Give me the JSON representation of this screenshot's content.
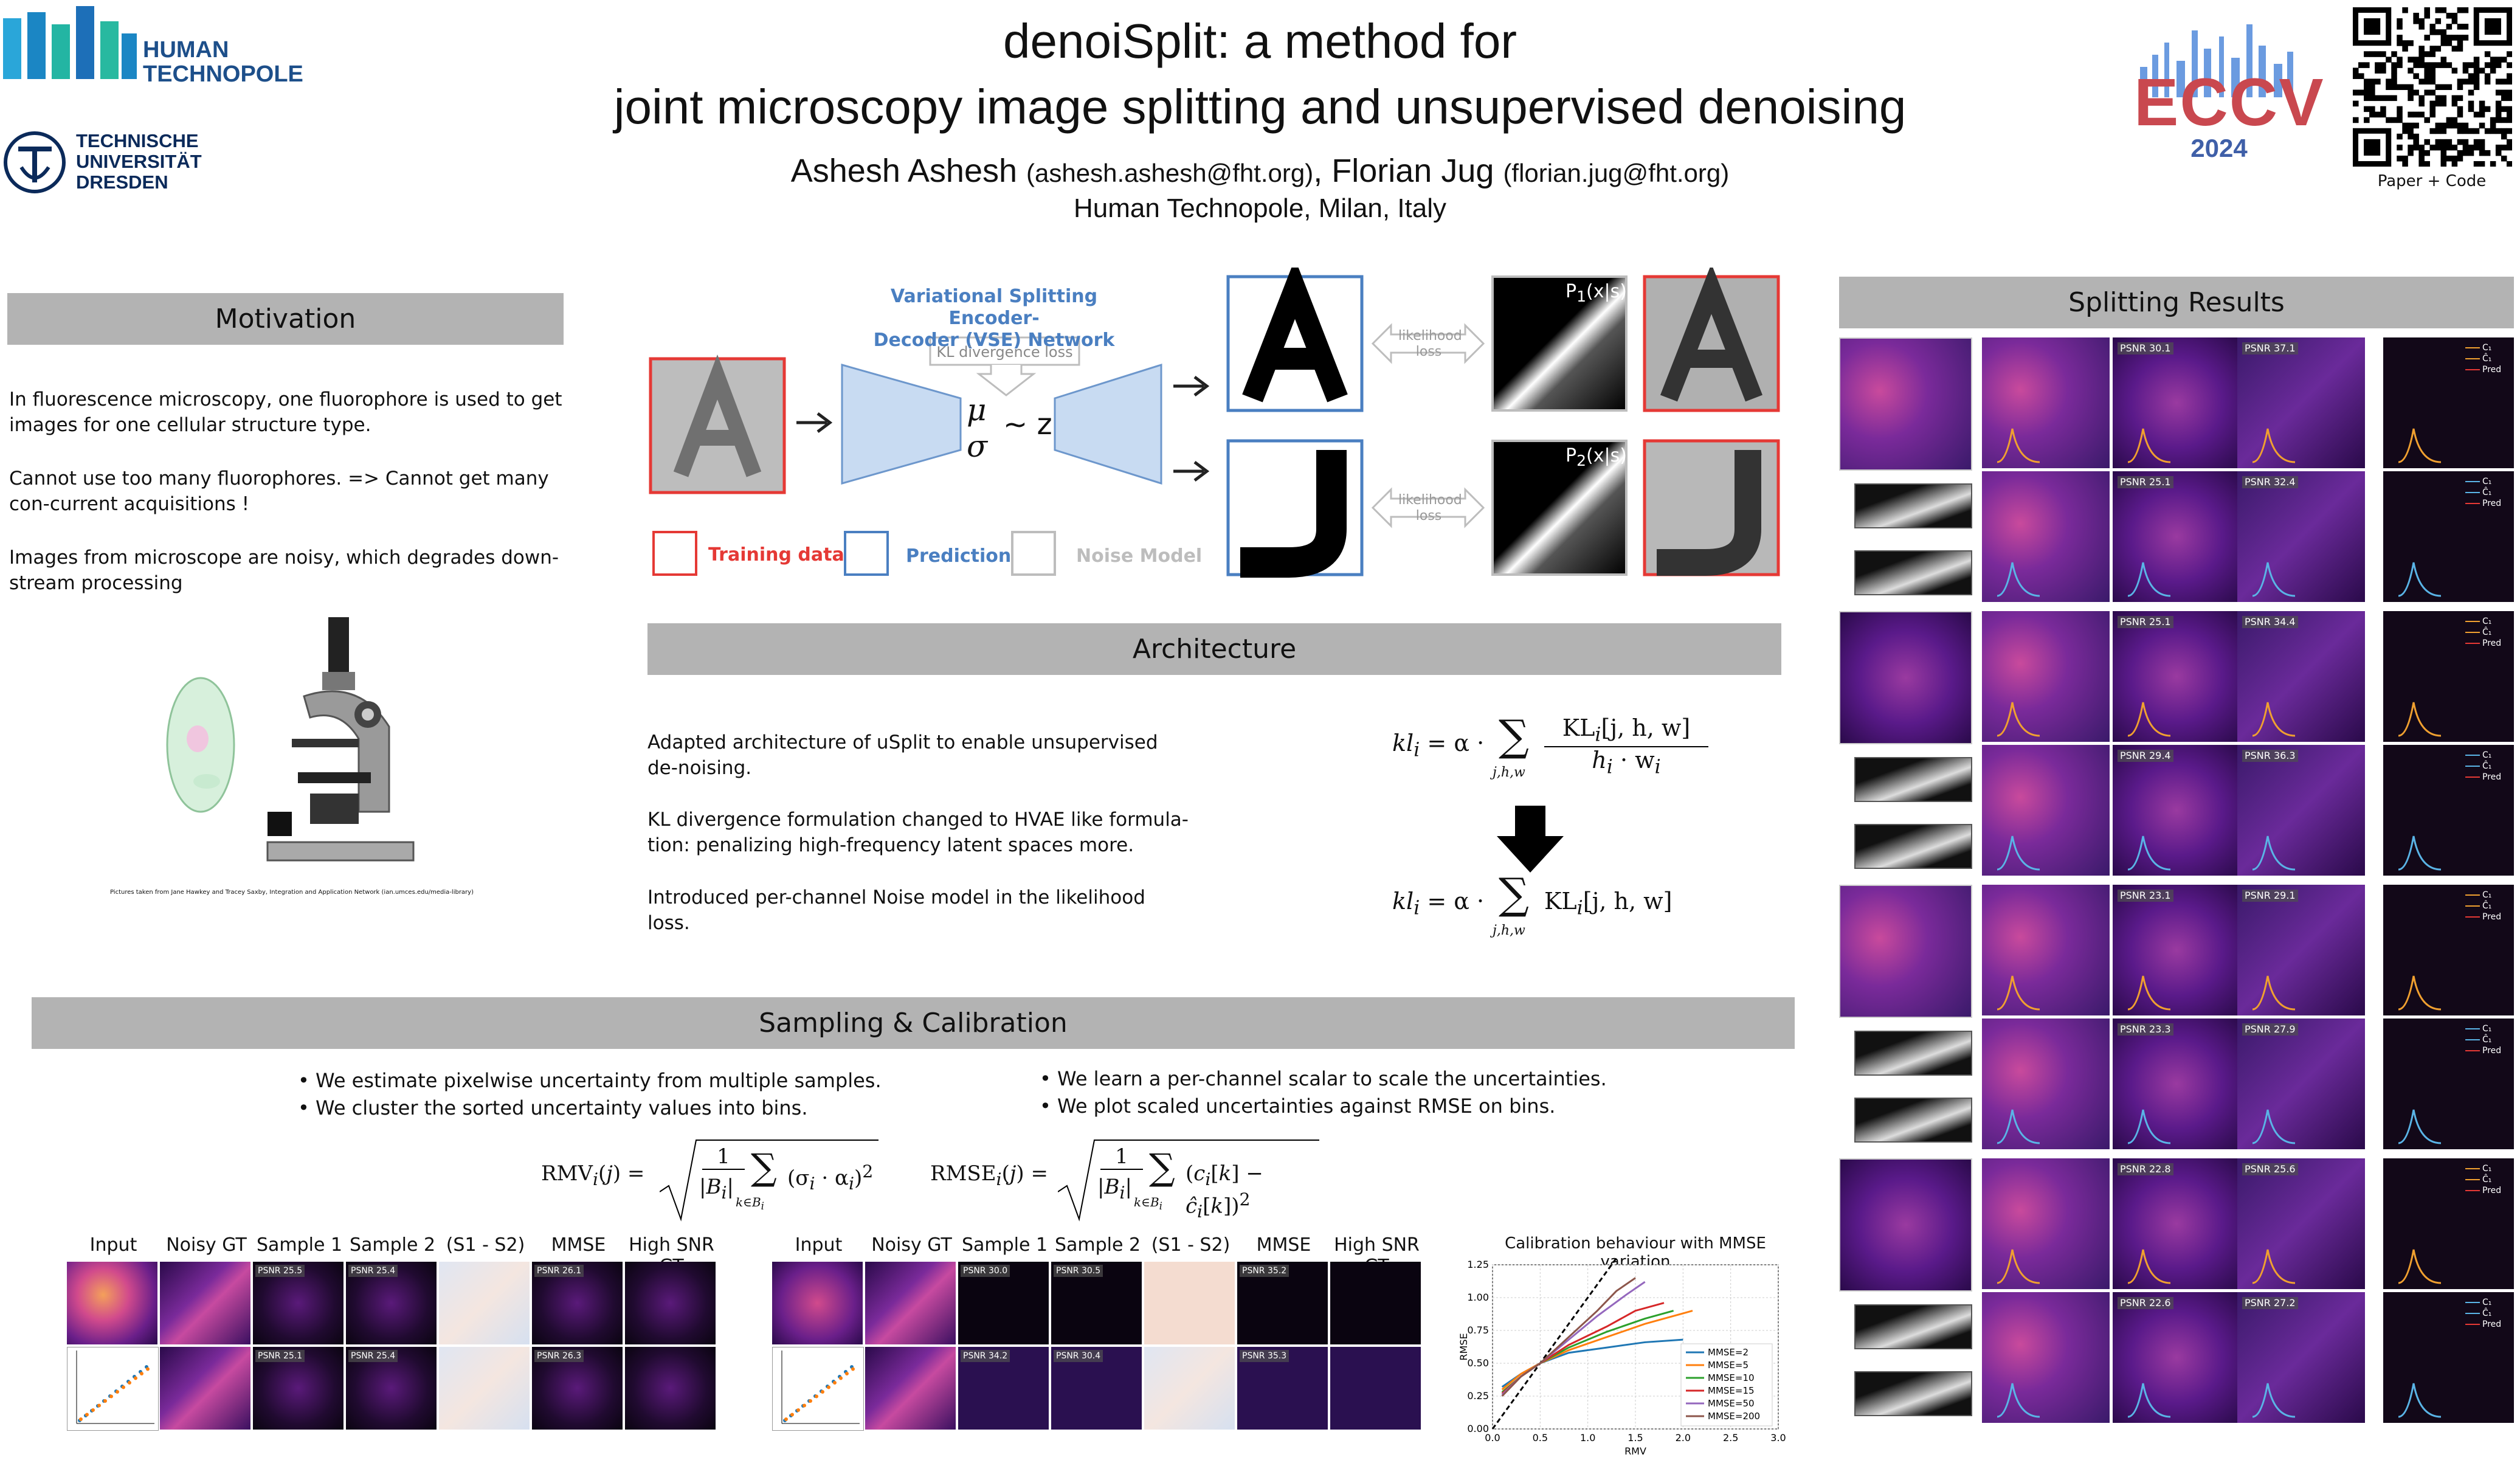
{
  "header": {
    "title_line1": "denoiSplit: a method for",
    "title_line2": "joint microscopy image splitting and unsupervised  denoising",
    "author1": "Ashesh Ashesh",
    "email1": "(ashesh.ashesh@fht.org)",
    "sep": ",",
    "author2": "Florian Jug",
    "email2": "(florian.jug@fht.org)",
    "affiliation": "Human Technopole, Milan, Italy",
    "logo_ht_line1": "HUMAN",
    "logo_ht_line2": "TECHNOPOLE",
    "logo_tu_line1": "TECHNISCHE",
    "logo_tu_line2": "UNIVERSITÄT",
    "logo_tu_line3": "DRESDEN",
    "eccv_text": "ECCV",
    "eccv_year": "2024",
    "qr_caption": "Paper + Code"
  },
  "motivation": {
    "heading": "Motivation",
    "p1": "In fluorescence microscopy, one fluorophore is used to  get images for one cellular structure type.",
    "p2": "Cannot use too many fluorophores. => Cannot get many con-current acquisitions !",
    "p3": "Images from microscope are noisy, which degrades down-stream processing",
    "credit": "Pictures taken from Jane Hawkey and Tracey Saxby, Integration and Application Network (ian.umces.edu/media-library)"
  },
  "network": {
    "vse_line1": "Variational Splitting Encoder-",
    "vse_line2": "Decoder  (VSE) Network",
    "kl_label": "KL divergence loss",
    "mu": "μ",
    "sigma": "σ",
    "z": "~ z",
    "likelihood1": "likelihood loss",
    "likelihood2": "likelihood loss",
    "p1": "P",
    "p1_sub": "1",
    "p1_rest": "(x|s)",
    "p2": "P",
    "p2_sub": "2",
    "p2_rest": "(x|s)",
    "legend_training": "Training data",
    "legend_prediction": "Prediction",
    "legend_noise": "Noise Model",
    "colors": {
      "training": "#e53935",
      "prediction": "#4a7fc1",
      "noise": "#bdbdbd"
    }
  },
  "architecture": {
    "heading": "Architecture",
    "p1": "Adapted architecture of uSplit to enable unsupervised de-noising.",
    "p2": "KL divergence formulation changed to HVAE like formula-tion: penalizing high-frequency latent spaces more.",
    "p3": "Introduced per-channel Noise model in the likelihood loss.",
    "eq1_lhs": "kl",
    "eq1_sub": "i",
    "eq1_mid": "= α ·",
    "eq1_sum_sub": "j,h,w",
    "eq1_num": "KL",
    "eq1_num_rest": "[j, h, w]",
    "eq1_den": "h",
    "eq1_den_rest": " · w",
    "eq2_rest": "[j, h, w]"
  },
  "sampling": {
    "heading": "Sampling & Calibration",
    "b1": "• We estimate pixelwise uncertainty from multiple samples.",
    "b2": "• We cluster the sorted uncertainty values into bins.",
    "b3": "• We learn a per-channel scalar to scale the uncertainties.",
    "b4": "• We plot scaled uncertainties against RMSE on bins.",
    "rmv_label": "RMV",
    "rmse_label": "RMSE",
    "cols": [
      "Input",
      "Noisy GT",
      "Sample 1",
      "Sample 2",
      "(S1 - S2)",
      "MMSE",
      "High SNR GT"
    ],
    "psnr_left": [
      "PSNR 25.5",
      "PSNR 25.1",
      "PSNR 25.4",
      "PSNR 25.4",
      "PSNR 26.1",
      "PSNR 26.3"
    ],
    "psnr_right": [
      "PSNR 30.0",
      "PSNR 34.2",
      "PSNR 30.5",
      "PSNR 30.4",
      "PSNR 35.2",
      "PSNR 35.3"
    ]
  },
  "calibration_chart": {
    "title": "Calibration behaviour with MMSE variation"
  },
  "chart_data": {
    "type": "line",
    "title": "Calibration behaviour with MMSE variation",
    "xlabel": "RMV",
    "ylabel": "RMSE",
    "xlim": [
      0.0,
      3.0
    ],
    "ylim": [
      0.0,
      1.25
    ],
    "xticks": [
      "0.0",
      "0.5",
      "1.0",
      "1.5",
      "2.0",
      "2.5",
      "3.0"
    ],
    "yticks": [
      "0.00",
      "0.25",
      "0.50",
      "0.75",
      "1.00",
      "1.25"
    ],
    "grid": true,
    "legend_position": "lower-right",
    "series": [
      {
        "name": "MMSE=2",
        "color": "#1f77b4",
        "x": [
          0.1,
          0.3,
          0.5,
          0.8,
          1.2,
          1.6,
          2.0
        ],
        "values": [
          0.32,
          0.42,
          0.5,
          0.58,
          0.62,
          0.66,
          0.68
        ]
      },
      {
        "name": "MMSE=5",
        "color": "#ff7f0e",
        "x": [
          0.1,
          0.3,
          0.5,
          0.8,
          1.2,
          1.6,
          2.0,
          2.1
        ],
        "values": [
          0.3,
          0.42,
          0.5,
          0.6,
          0.7,
          0.8,
          0.88,
          0.9
        ]
      },
      {
        "name": "MMSE=10",
        "color": "#2ca02c",
        "x": [
          0.1,
          0.3,
          0.5,
          0.8,
          1.2,
          1.6,
          1.9
        ],
        "values": [
          0.28,
          0.4,
          0.5,
          0.62,
          0.74,
          0.84,
          0.9
        ]
      },
      {
        "name": "MMSE=15",
        "color": "#d62728",
        "x": [
          0.1,
          0.3,
          0.5,
          0.8,
          1.2,
          1.5,
          1.8
        ],
        "values": [
          0.27,
          0.4,
          0.5,
          0.64,
          0.78,
          0.9,
          0.96
        ]
      },
      {
        "name": "MMSE=50",
        "color": "#9467bd",
        "x": [
          0.1,
          0.3,
          0.5,
          0.8,
          1.1,
          1.4,
          1.6
        ],
        "values": [
          0.26,
          0.4,
          0.5,
          0.68,
          0.86,
          1.02,
          1.12
        ]
      },
      {
        "name": "MMSE=200",
        "color": "#8c564b",
        "x": [
          0.1,
          0.3,
          0.5,
          0.8,
          1.1,
          1.3,
          1.5
        ],
        "values": [
          0.25,
          0.4,
          0.5,
          0.7,
          0.9,
          1.05,
          1.15
        ]
      }
    ],
    "reference_line": {
      "style": "dashed",
      "color": "#000000",
      "x": [
        0.0,
        1.3
      ],
      "values": [
        0.0,
        1.3
      ]
    }
  },
  "splitting": {
    "heading": "Splitting Results",
    "psnr_rows": [
      [
        "PSNR 30.1",
        "PSNR 37.1"
      ],
      [
        "PSNR 25.1",
        "PSNR 32.4"
      ],
      [
        "PSNR 25.1",
        "PSNR 34.4"
      ],
      [
        "PSNR 29.4",
        "PSNR 36.3"
      ],
      [
        "PSNR 23.1",
        "PSNR 29.1"
      ],
      [
        "PSNR 23.3",
        "PSNR 27.9"
      ],
      [
        "PSNR 22.8",
        "PSNR 25.6"
      ],
      [
        "PSNR 22.6",
        "PSNR 27.2"
      ]
    ],
    "legend": [
      "C₁",
      "Ĉ₁",
      "Pred"
    ]
  }
}
